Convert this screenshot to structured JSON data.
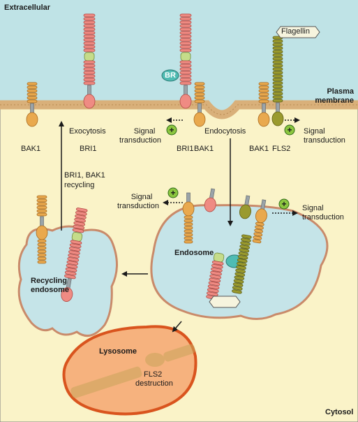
{
  "regions": {
    "extracellular": "Extracellular",
    "plasma_membrane_line1": "Plasma",
    "plasma_membrane_line2": "membrane",
    "cytosol": "Cytosol"
  },
  "receptors": {
    "bak1": "BAK1",
    "bri1": "BRI1",
    "fls2": "FLS2"
  },
  "ligands": {
    "br": "BR",
    "flagellin": "Flagellin"
  },
  "processes": {
    "exocytosis": "Exocytosis",
    "endocytosis": "Endocytosis",
    "recycling_line1": "BRI1, BAK1",
    "recycling_line2": "recycling",
    "signal": "Signal",
    "transduction": "transduction",
    "plus_symbol": "+"
  },
  "organelles": {
    "endosome": "Endosome",
    "recycling_endosome_line1": "Recycling",
    "recycling_endosome_line2": "endosome",
    "lysosome": "Lysosome",
    "fls2_destruction_line1": "FLS2",
    "fls2_destruction_line2": "destruction"
  },
  "colors": {
    "extracellular_bg": "#bfe3e6",
    "cytosol_bg": "#faf3c8",
    "membrane": "#d9b07a",
    "bak1_orange": "#e9a94e",
    "bri1_salmon": "#ef8b83",
    "bri1_green": "#c5dc8a",
    "fls2_olive": "#9a9a2e",
    "br_teal": "#4fbcb3",
    "endosome_fill": "#c5e4e8",
    "lysosome_fill": "#f6b27e",
    "lysosome_border": "#d9541e",
    "plus_green": "#8cc63f"
  }
}
